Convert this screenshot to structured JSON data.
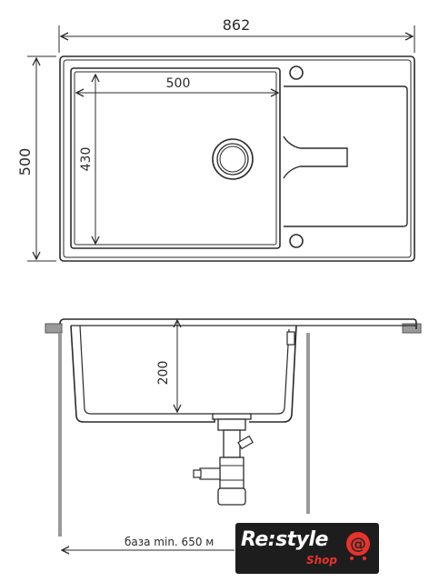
{
  "dimensions": {
    "overall_width": "862",
    "bowl_width": "500",
    "overall_depth": "500",
    "bowl_depth": "430",
    "bowl_height": "200"
  },
  "base_note": "база min. 650 м",
  "logo": {
    "main": "Re:style",
    "sub": "Shop",
    "mark": "@",
    "accent_color": "#e8322b"
  }
}
